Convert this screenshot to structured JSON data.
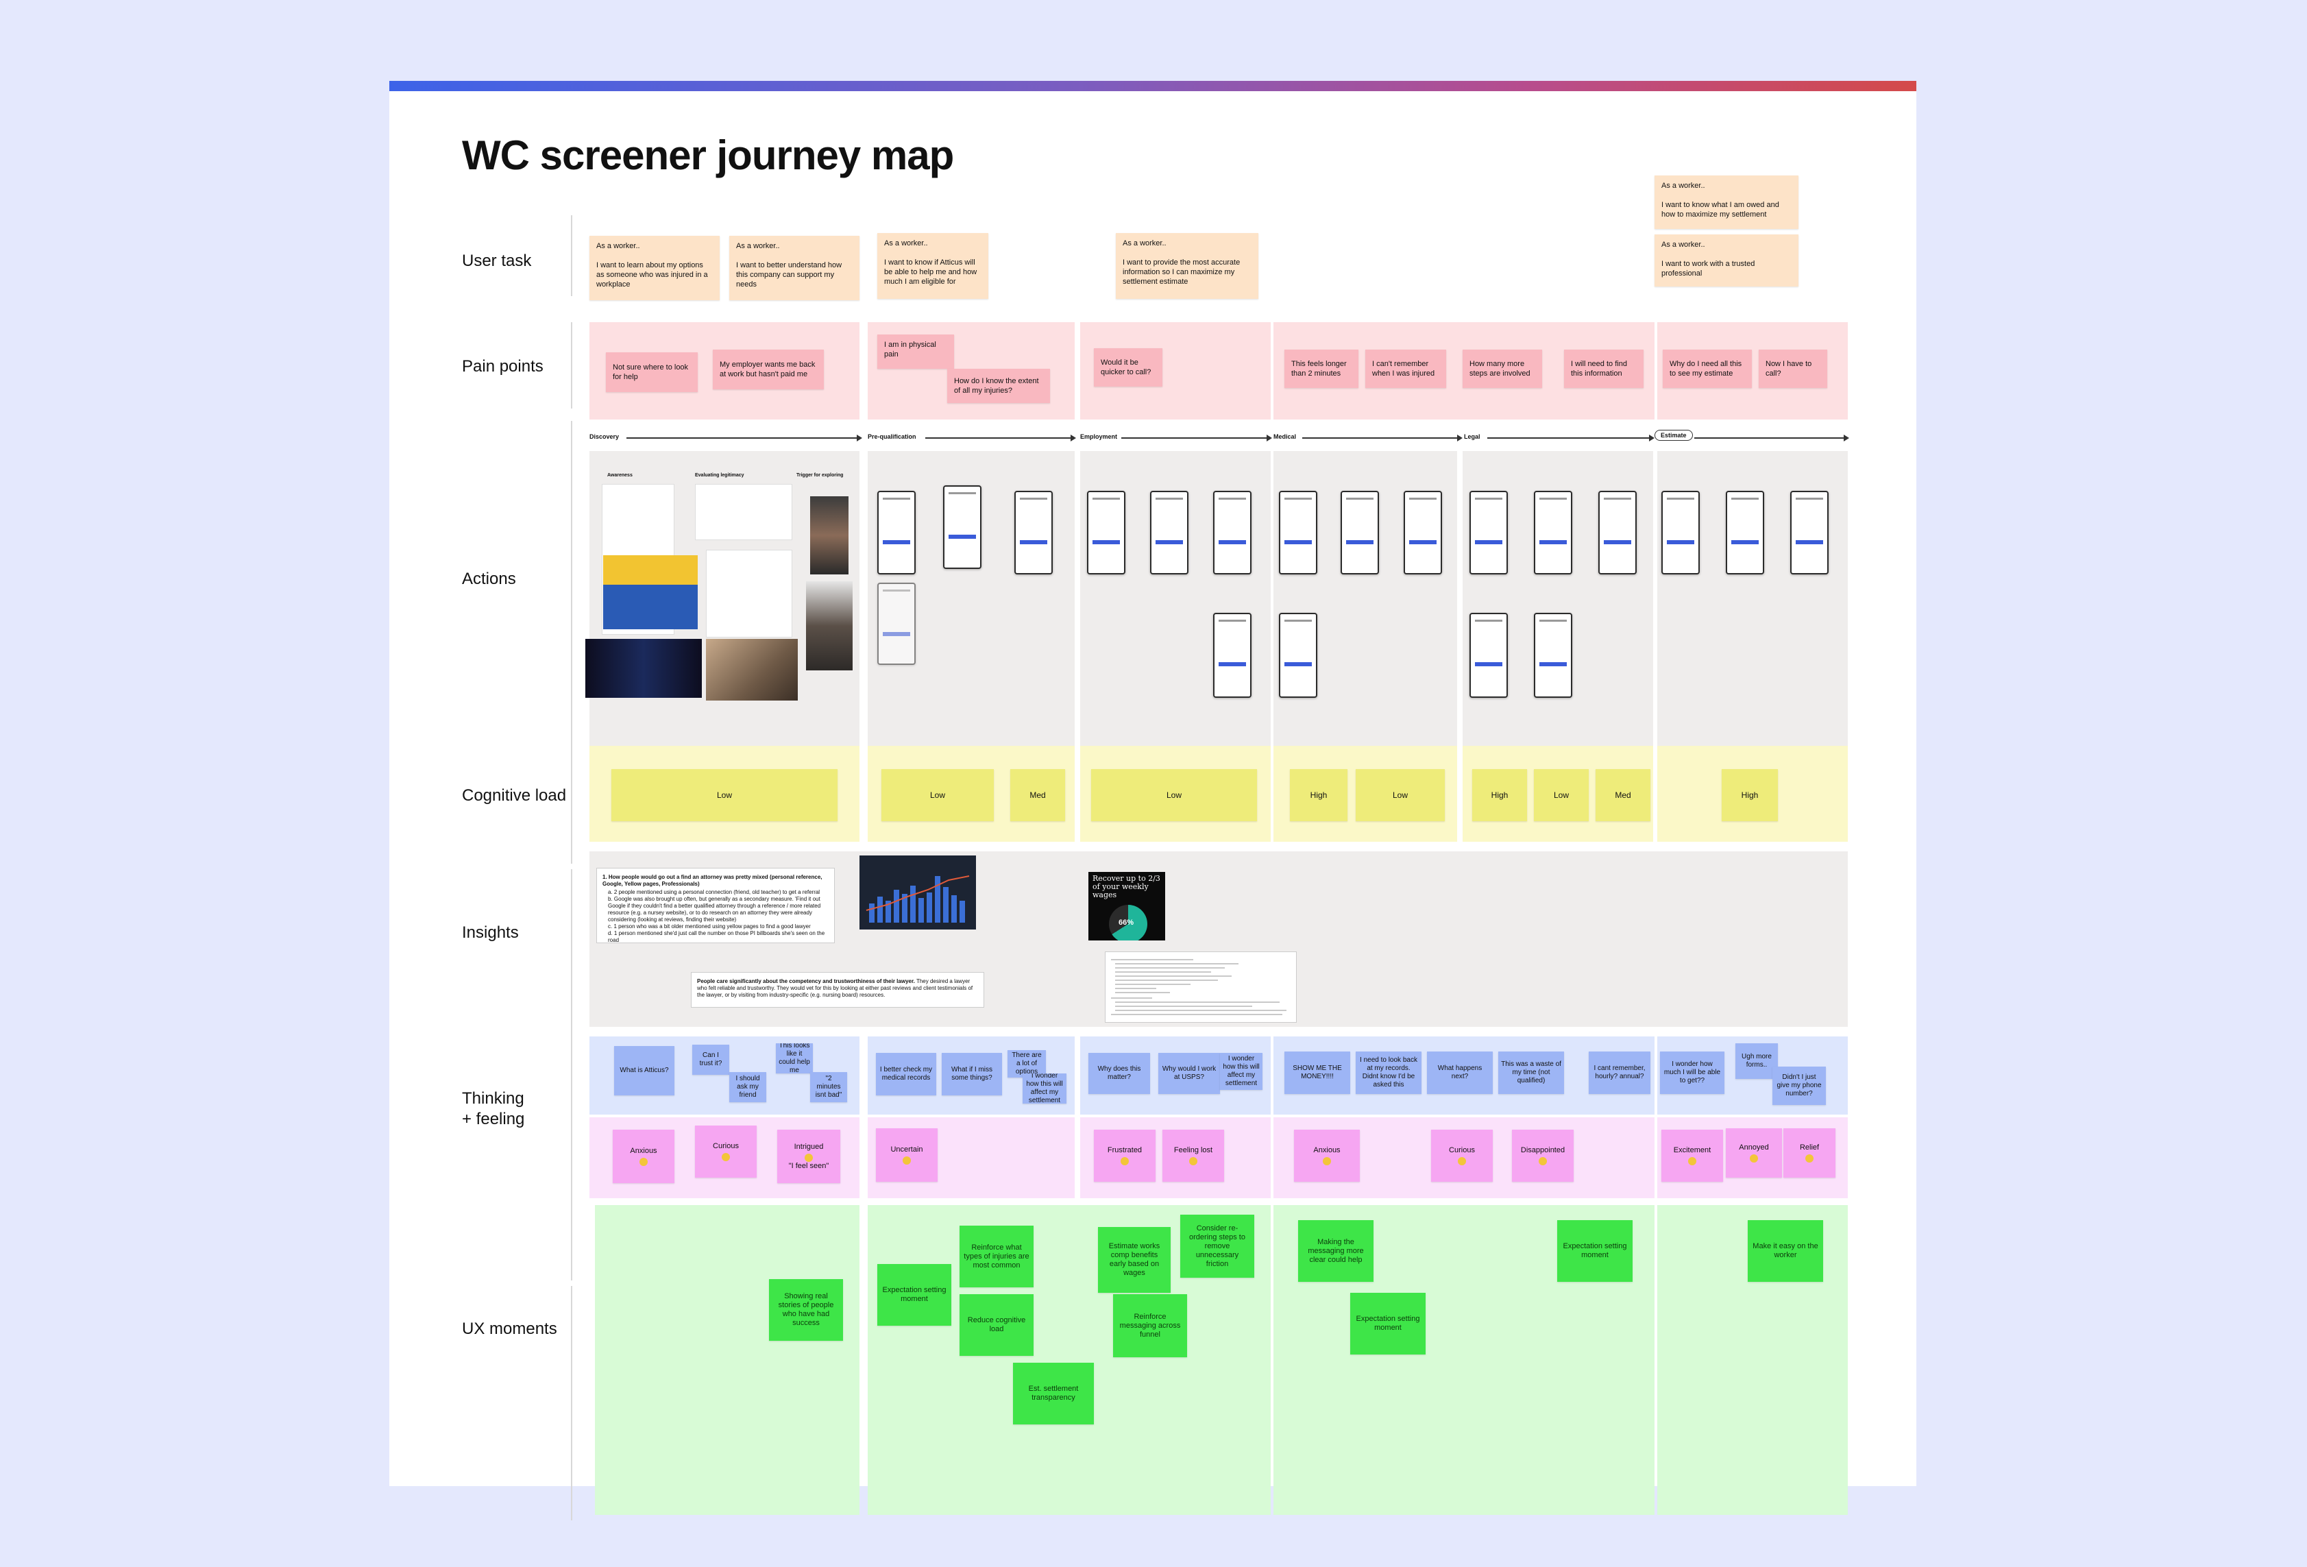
{
  "title": "WC screener journey map",
  "rows": {
    "user_task": "User task",
    "pain_points": "Pain points",
    "actions": "Actions",
    "cognitive_load": "Cognitive load",
    "insights": "Insights",
    "thinking_feeling": "Thinking\n+ feeling",
    "ux_moments": "UX moments"
  },
  "phases": [
    "Discovery",
    "Pre-qualification",
    "Employment",
    "Medical",
    "Legal",
    "Estimate"
  ],
  "action_sublabels": [
    "Awareness",
    "Evaluating legitimacy",
    "Trigger for exploring"
  ],
  "user_tasks": [
    {
      "head": "As a worker..",
      "body": "I want to learn about my options as someone who was injured in a workplace"
    },
    {
      "head": "As a worker..",
      "body": "I want to better understand how this company can support my needs"
    },
    {
      "head": "As a worker..",
      "body": "I want to know if Atticus will be able to help me and how much I am eligible for"
    },
    {
      "head": "As a worker..",
      "body": "I want to provide the most accurate information so I can maximize my settlement estimate"
    },
    {
      "head": "As a worker..",
      "body": "I want to know what I am owed and how to maximize my settlement"
    },
    {
      "head": "As a worker..",
      "body": "I want to work with a trusted professional"
    }
  ],
  "pain_points": [
    "Not sure where to look for help",
    "My employer wants me back at work but hasn't paid me",
    "I am in physical pain",
    "How do I know the extent of all my injuries?",
    "Would it be quicker to call?",
    "This feels longer than 2 minutes",
    "I can't remember when I was injured",
    "How many more steps are involved",
    "I will need to find this information",
    "Why do I need all this to see my estimate",
    "Now I have to call?"
  ],
  "cognitive_load": [
    "Low",
    "Low",
    "Med",
    "Low",
    "High",
    "Low",
    "High",
    "Low",
    "Med",
    "High"
  ],
  "insights": {
    "doc1_heading": "1. How people would go out a find an attorney was pretty mixed (personal reference, Google, Yellow pages, Professionals)",
    "doc1_items": [
      "a. 2 people mentioned using a personal connection (friend, old teacher) to get a referral",
      "b. Google was also brought up often, but generally as a secondary measure. 'Find it out Google if they couldn't find a better qualified attorney through a reference / more related resource (e.g. a nursey website), or to do research on an attorney they were already considering (looking at reviews, finding their website)",
      "c. 1 person who was a bit older mentioned using yellow pages to find a good lawyer",
      "d. 1 person mentioned she'd just call the number on those PI billboards she's seen on the road"
    ],
    "doc2_bold": "People care significantly about the competency and trustworthiness of their lawyer.",
    "doc2_rest": "They desired a lawyer who felt reliable and trustworthy. They would vet for this by looking at either past reviews and client testimonials of the lawyer, or by visiting from industry-specific (e.g. nursing board) resources.",
    "ad_text": "Recover up to 2/3 of your weekly wages",
    "ad_percent": "66%"
  },
  "thinking": [
    "What is Atticus?",
    "Can I trust it?",
    "I should ask my friend",
    "This looks like it could help me",
    "\"2 minutes isnt bad\"",
    "I better check my medical records",
    "What if I miss some things?",
    "There are a lot of options",
    "I wonder how this will affect my settlement",
    "Why does this matter?",
    "Why would I work at USPS?",
    "I wonder how this will affect my settlement",
    "SHOW ME THE MONEY!!!!",
    "I need to look back at my records. Didnt know I'd be asked this",
    "What happens next?",
    "This was a waste of my time (not qualified)",
    "I cant remember, hourly? annual?",
    "I wonder how much I will be able to get??",
    "Ugh more forms..",
    "Didn't I just give my phone number?"
  ],
  "feelings": [
    "Anxious",
    "Curious",
    "Intrigued",
    "\"I feel seen\"",
    "Uncertain",
    "Frustrated",
    "Feeling lost",
    "Anxious",
    "Curious",
    "Disappointed",
    "Excitement",
    "Annoyed",
    "Relief"
  ],
  "ux_moments": [
    "Showing real stories of people who have had success",
    "Expectation setting moment",
    "Reinforce what types of injuries are most common",
    "Reduce cognitive load",
    "Est. settlement transparency",
    "Estimate works comp benefits early based on wages",
    "Consider re-ordering steps to remove unnecessary friction",
    "Reinforce messaging across funnel",
    "Making the messaging more clear could help",
    "Expectation setting moment",
    "Expectation setting moment",
    "Make it easy on the worker"
  ],
  "colors": {
    "background": "#e4e8fd",
    "peach": "#fde3c8",
    "pain_lane": "#fde0e2",
    "pain_note": "#f9b8c0",
    "actions_lane": "#efedec",
    "cog_lane": "#fbf8c8",
    "cog_note": "#eeec7a",
    "thinking_lane": "#dde6fd",
    "thinking_note": "#9db5f5",
    "feeling_lane": "#fbe2fb",
    "feeling_note": "#f6a6f2",
    "ux_lane": "#d8fbd6",
    "ux_note": "#3ee548"
  }
}
